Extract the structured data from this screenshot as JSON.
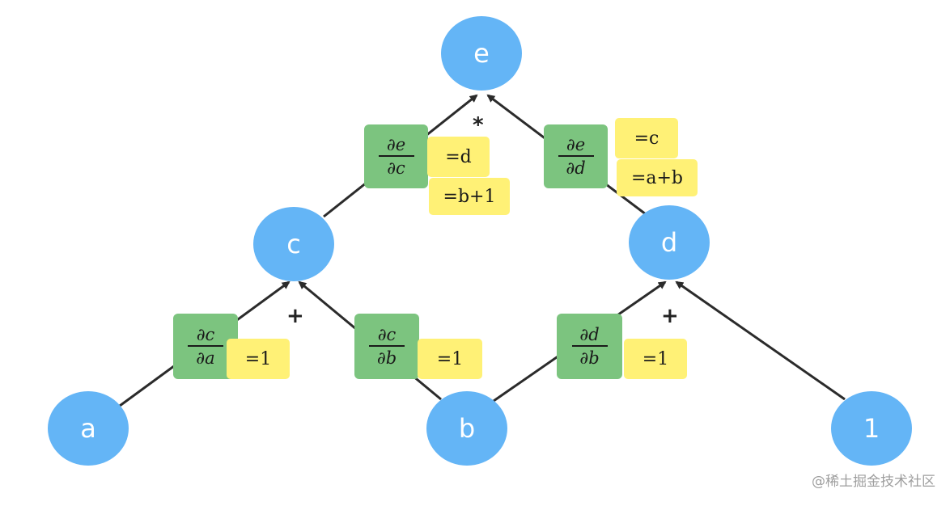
{
  "nodes": {
    "e": "e",
    "c": "c",
    "d": "d",
    "a": "a",
    "b": "b",
    "one": "1"
  },
  "operators": {
    "multiply": "*",
    "plus_c": "+",
    "plus_d": "+"
  },
  "partials": {
    "de_dc": {
      "num": "∂e",
      "den": "∂c"
    },
    "de_dd": {
      "num": "∂e",
      "den": "∂d"
    },
    "dc_da": {
      "num": "∂c",
      "den": "∂a"
    },
    "dc_db": {
      "num": "∂c",
      "den": "∂b"
    },
    "dd_db": {
      "num": "∂d",
      "den": "∂b"
    }
  },
  "values": {
    "de_dc_1": "=d",
    "de_dc_2": "=b+1",
    "de_dd_1": "=c",
    "de_dd_2": "=a+b",
    "dc_da": "=1",
    "dc_db": "=1",
    "dd_db": "=1"
  },
  "watermark": "@稀土掘金技术社区",
  "colors": {
    "node": "#64b5f6",
    "partial_box": "#7cc47f",
    "value_box": "#fff176",
    "edge": "#2b2b2b"
  }
}
